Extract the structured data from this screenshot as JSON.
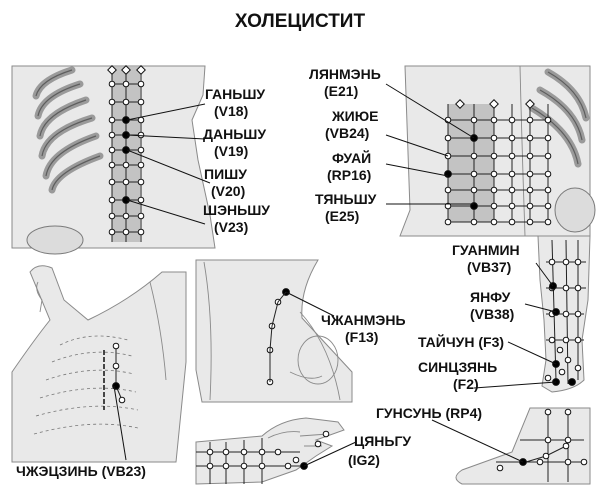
{
  "title": "ХОЛЕЦИСТИТ",
  "labels": {
    "ganshu": "ГАНЬШУ",
    "ganshu_code": "(V18)",
    "danshu": "ДАНЬШУ",
    "danshu_code": "(V19)",
    "pishu": "ПИШУ",
    "pishu_code": "(V20)",
    "shenshu": "ШЭНЬШУ",
    "shenshu_code": "(V23)",
    "liangmen": "ЛЯНМЭНЬ",
    "liangmen_code": "(E21)",
    "riyue": "ЖИЮЕ",
    "riyue_code": "(VB24)",
    "fuai": "ФУАЙ",
    "fuai_code": "(RP16)",
    "tianshu": "ТЯНЬШУ",
    "tianshu_code": "(E25)",
    "guangming": "ГУАНМИН",
    "guangming_code": "(VB37)",
    "yangfu": "ЯНФУ",
    "yangfu_code": "(VB38)",
    "taichong": "ТАЙЧУН (F3)",
    "xingjian": "СИНЦЗЯНЬ",
    "xingjian_code": "(F2)",
    "zhangmen": "ЧЖАНМЭНЬ",
    "zhangmen_code": "(F13)",
    "gongsun": "ГУНСУНЬ (RP4)",
    "zhejin": "ЧЖЭЦЗИНЬ (VB23)",
    "qiangu": "ЦЯНЬГУ",
    "qiangu_code": "(IG2)"
  },
  "colors": {
    "text": "#111111",
    "skin": "#e9e9e9",
    "meridian": "#222222",
    "point_fill": "#ffffff",
    "point_active": "#000000"
  }
}
